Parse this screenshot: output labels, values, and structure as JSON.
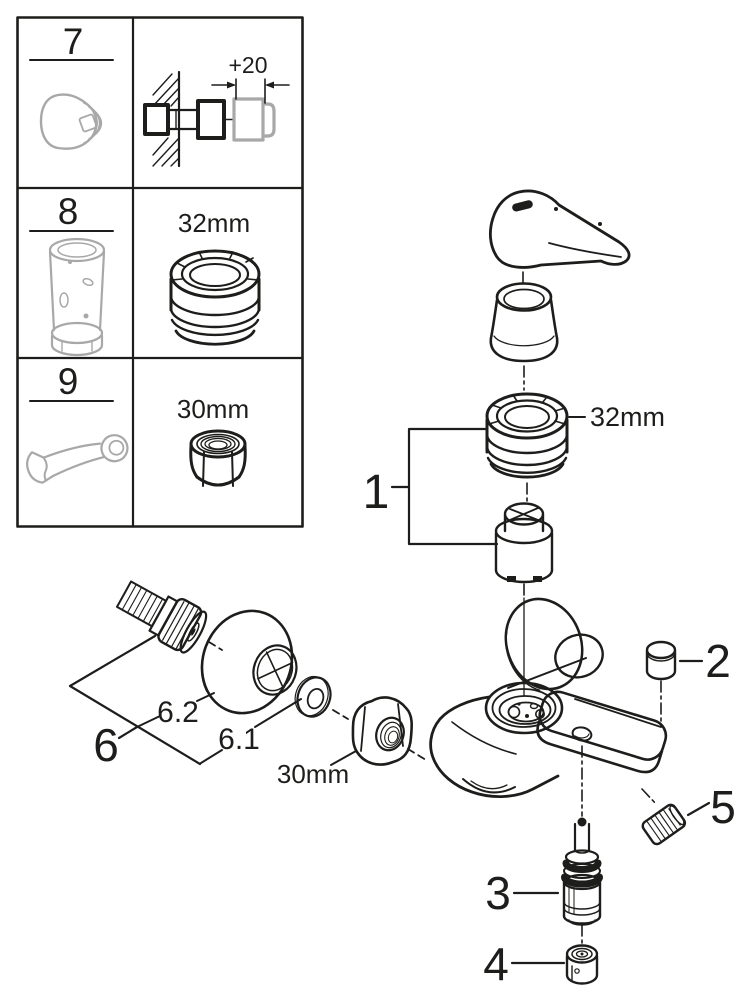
{
  "parts_table": {
    "rows": [
      {
        "id": "7",
        "detail": "+20"
      },
      {
        "id": "8",
        "detail": "32mm"
      },
      {
        "id": "9",
        "detail": "30mm"
      }
    ]
  },
  "exploded_view": {
    "callouts": {
      "cartridge_group": "1",
      "plug": "2",
      "diverter": "3",
      "check_valve": "4",
      "sleeve": "5",
      "union_group": "6",
      "washer": "6.1",
      "escutcheon": "6.2"
    },
    "dimensions": {
      "cartridge_nut": "32mm",
      "union_nut": "30mm"
    }
  },
  "colors": {
    "ink": "#1d1d1b",
    "muted": "#a8a8a8",
    "background": "#ffffff"
  }
}
